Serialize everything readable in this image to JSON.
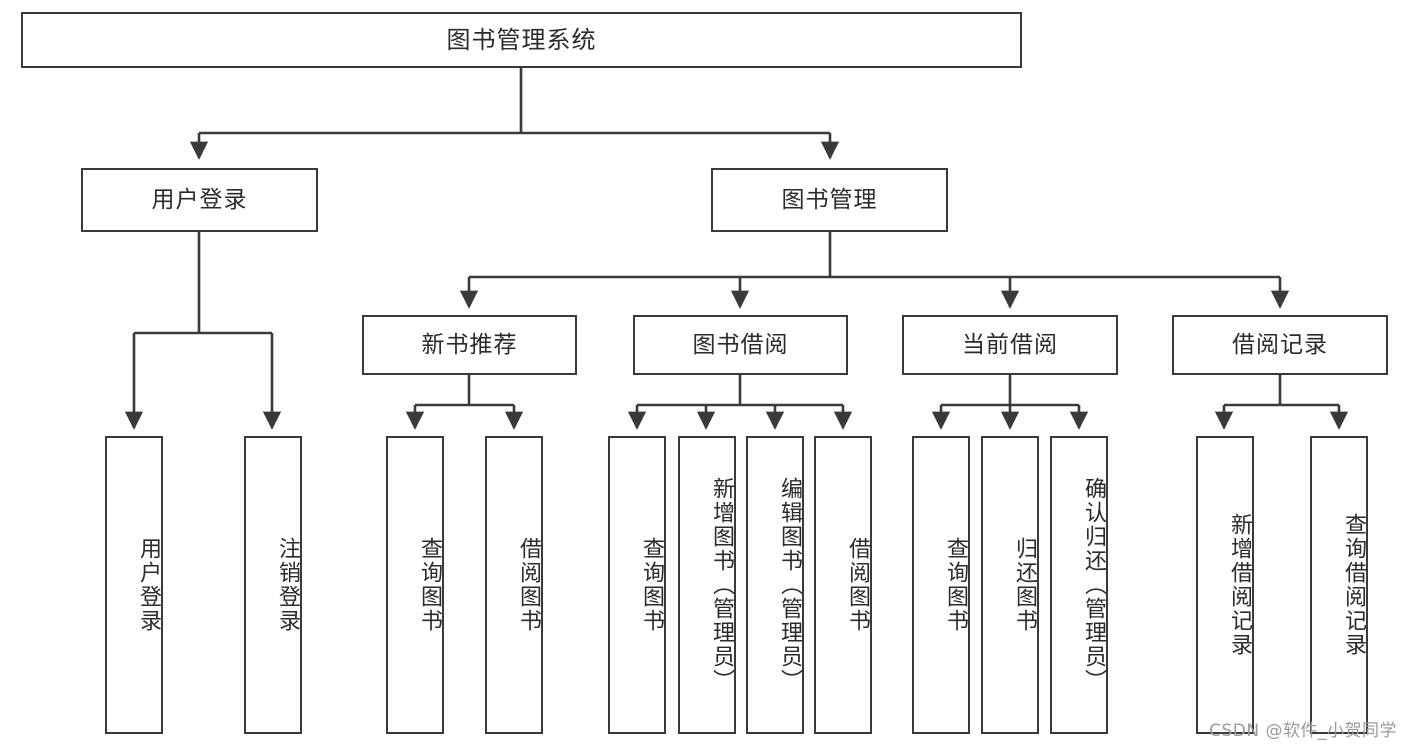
{
  "diagram": {
    "type": "tree-hierarchy",
    "title": "图书管理系统",
    "watermark": "CSDN @软件_小贺同学",
    "colors": {
      "box_border": "#3a3a3a",
      "box_fill": "#ffffff",
      "edge": "#3a3a3a",
      "text": "#2b2b2b",
      "watermark": "#9a9a9a"
    },
    "nodes": {
      "root": {
        "label": "图书管理系统"
      },
      "level2": [
        {
          "id": "user-login",
          "label": "用户登录"
        },
        {
          "id": "book-manage",
          "label": "图书管理"
        }
      ],
      "level3": [
        {
          "id": "new-book-recommend",
          "label": "新书推荐"
        },
        {
          "id": "book-borrow",
          "label": "图书借阅"
        },
        {
          "id": "current-borrow",
          "label": "当前借阅"
        },
        {
          "id": "borrow-record",
          "label": "借阅记录"
        }
      ],
      "leaves": {
        "user_login": [
          {
            "id": "leaf-user-login",
            "label": "用户登录"
          },
          {
            "id": "leaf-logout",
            "label": "注销登录"
          }
        ],
        "new_book_recommend": [
          {
            "id": "leaf-query-book-1",
            "label": "查询图书"
          },
          {
            "id": "leaf-borrow-book-1",
            "label": "借阅图书"
          }
        ],
        "book_borrow": [
          {
            "id": "leaf-query-book-2",
            "label": "查询图书"
          },
          {
            "id": "leaf-add-book",
            "label": "新增图书（管理员）"
          },
          {
            "id": "leaf-edit-book",
            "label": "编辑图书（管理员）"
          },
          {
            "id": "leaf-borrow-book-2",
            "label": "借阅图书"
          }
        ],
        "current_borrow": [
          {
            "id": "leaf-query-book-3",
            "label": "查询图书"
          },
          {
            "id": "leaf-return-book",
            "label": "归还图书"
          },
          {
            "id": "leaf-confirm-return",
            "label": "确认归还（管理员）"
          }
        ],
        "borrow_record": [
          {
            "id": "leaf-add-record",
            "label": "新增借阅记录"
          },
          {
            "id": "leaf-query-record",
            "label": "查询借阅记录"
          }
        ]
      }
    }
  }
}
